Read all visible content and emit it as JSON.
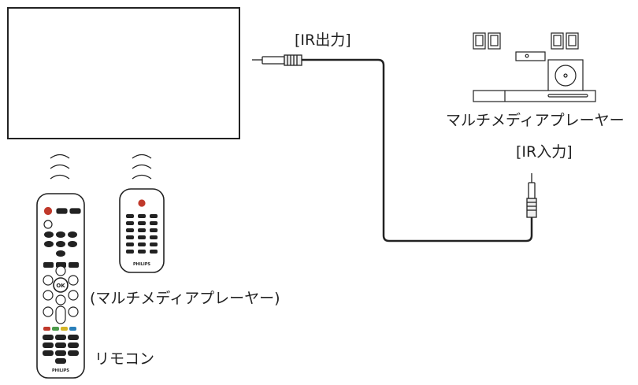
{
  "labels": {
    "ir_out": "[IR出力]",
    "ir_in": "[IR入力]",
    "media_player": "マルチメディアプレーヤー",
    "media_player_remote": "(マルチメディアプレーヤー)",
    "remote_control": "リモコン"
  },
  "remote": {
    "brand": "PHILIPS",
    "ok_label": "OK"
  },
  "colors": {
    "line": "#222222",
    "color_buttons": [
      "#c0392b",
      "#4a9a4a",
      "#d4b526",
      "#2a7fba"
    ]
  }
}
